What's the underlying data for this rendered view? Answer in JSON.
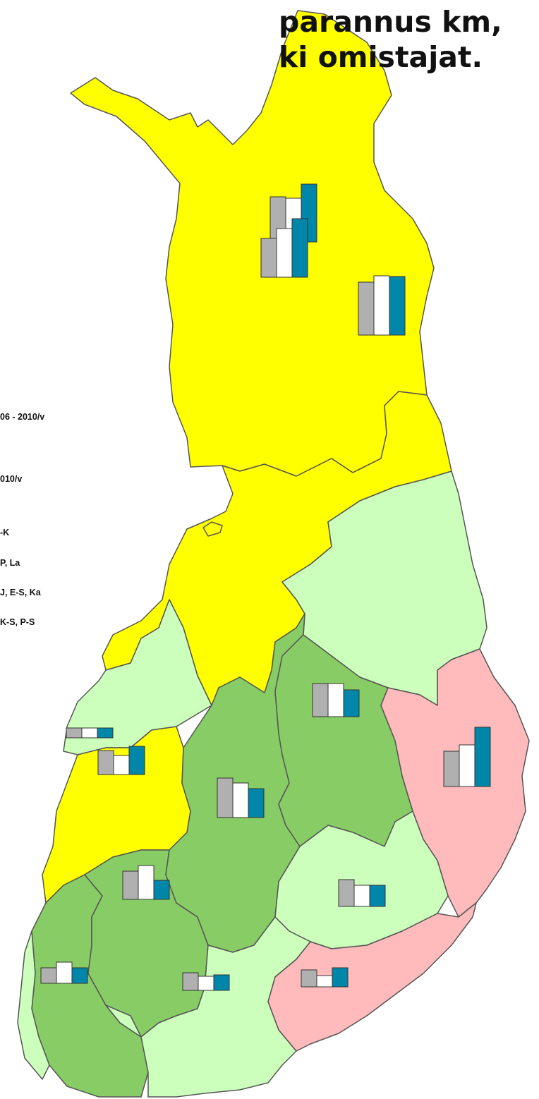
{
  "title": {
    "line1": "parannus km,",
    "line2": "ki omistajat."
  },
  "legend": {
    "period_1": "06 - 2010/v",
    "period_2": "010/v",
    "group_1": "-K",
    "group_2": "P, La",
    "group_3": "J, E-S, Ka",
    "group_4": "K-S, P-S"
  },
  "colors": {
    "region_yellow": "#ffff00",
    "region_light_green": "#ccffbb",
    "region_green": "#88cc66",
    "region_pink": "#ffbbbb",
    "border": "#555555",
    "bar_1": "#b0b0b0",
    "bar_2": "#ffffff",
    "bar_3": "#0086a8"
  },
  "chart_data": {
    "type": "bar",
    "note_series": [
      "bar_1",
      "bar_2",
      "bar_3"
    ],
    "groups": [
      {
        "id": "lappi",
        "values": [
          64,
          62,
          82
        ]
      },
      {
        "id": "pohjois-pohjanmaa",
        "values": [
          55,
          69,
          83
        ]
      },
      {
        "id": "kainuu",
        "values": [
          75,
          84,
          83
        ]
      },
      {
        "id": "keski-pohjanmaa",
        "values": [
          14,
          14,
          14
        ]
      },
      {
        "id": "pohjanmaa-etela",
        "values": [
          34,
          27,
          40
        ]
      },
      {
        "id": "pohjois-savo",
        "values": [
          47,
          47,
          38
        ]
      },
      {
        "id": "pohjois-karjala",
        "values": [
          50,
          59,
          84
        ]
      },
      {
        "id": "keski-suomi",
        "values": [
          56,
          49,
          41
        ]
      },
      {
        "id": "etela-savo",
        "values": [
          38,
          30,
          30
        ]
      },
      {
        "id": "pirkanmaa",
        "values": [
          40,
          48,
          27
        ]
      },
      {
        "id": "varsinais-suomi",
        "values": [
          22,
          30,
          22
        ]
      },
      {
        "id": "hame-uusimaa",
        "values": [
          25,
          20,
          22
        ]
      },
      {
        "id": "kaakkois-suomi",
        "values": [
          24,
          16,
          27
        ]
      }
    ]
  }
}
